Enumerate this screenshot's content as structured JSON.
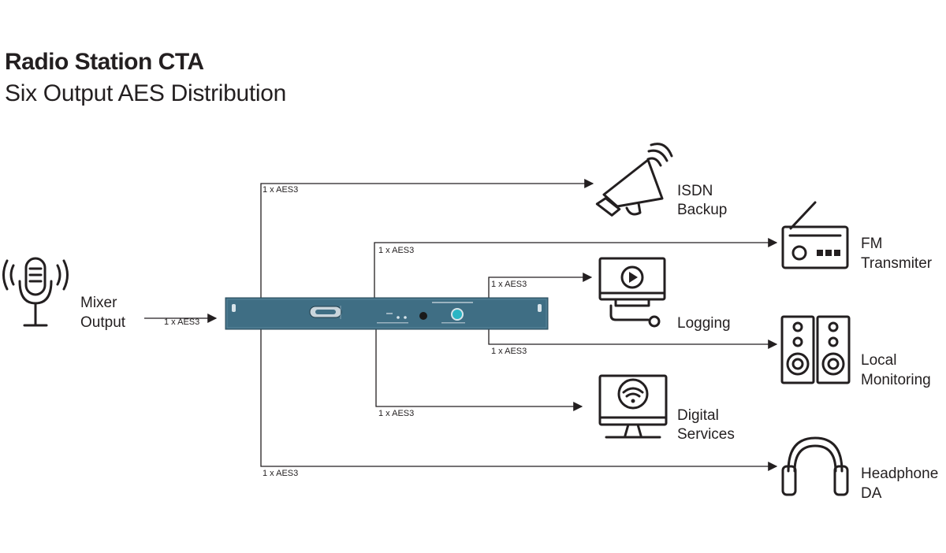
{
  "title": "Radio Station CTA",
  "subtitle": "Six Output AES Distribution",
  "source": {
    "label_line1": "Mixer",
    "label_line2": "Output",
    "link": "1 x AES3",
    "icon": "microphone-icon"
  },
  "outputs": [
    {
      "id": "isdn",
      "label_line1": "ISDN",
      "label_line2": "Backup",
      "link": "1 x AES3",
      "icon": "megaphone-icon"
    },
    {
      "id": "fm",
      "label_line1": "FM",
      "label_line2": "Transmiter",
      "link": "1 x AES3",
      "icon": "radio-icon"
    },
    {
      "id": "logging",
      "label_line1": "Logging",
      "label_line2": "",
      "link": "1 x AES3",
      "icon": "video-monitor-icon"
    },
    {
      "id": "local",
      "label_line1": "Local",
      "label_line2": "Monitoring",
      "link": "1 x AES3",
      "icon": "speakers-icon"
    },
    {
      "id": "digital",
      "label_line1": "Digital",
      "label_line2": "Services",
      "link": "1 x AES3",
      "icon": "wifi-monitor-icon"
    },
    {
      "id": "headphone",
      "label_line1": "Headphone",
      "label_line2": "DA",
      "link": "1 x AES3",
      "icon": "headphones-icon"
    }
  ],
  "colors": {
    "device": "#3f6e84",
    "ink": "#231f20"
  }
}
